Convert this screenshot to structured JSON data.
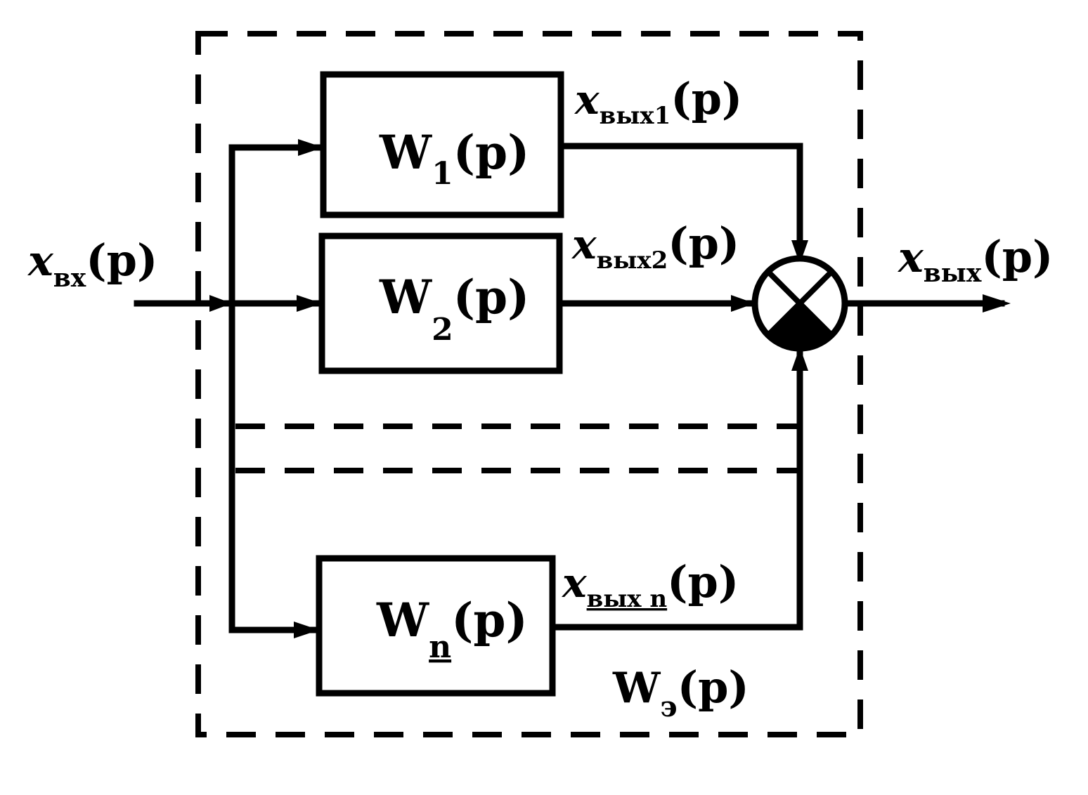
{
  "diagram": {
    "input_label": {
      "main": "x",
      "sub": "вх",
      "arg": "(p)"
    },
    "output_label": {
      "main": "x",
      "sub": "вых",
      "arg": "(p)"
    },
    "blocks": [
      {
        "main": "W",
        "sub": "1",
        "arg": "(p)"
      },
      {
        "main": "W",
        "sub": "2",
        "arg": "(p)"
      },
      {
        "main": "W",
        "sub": "n",
        "arg": "(p)"
      }
    ],
    "branch_outputs": [
      {
        "main": "x",
        "sub": "вых1",
        "arg": "(p)"
      },
      {
        "main": "x",
        "sub": "вых2",
        "arg": "(p)"
      },
      {
        "main": "x",
        "sub": "вых n",
        "arg": "(p)"
      }
    ],
    "equivalent_label": {
      "main": "W",
      "sub": "э",
      "arg": "(p)"
    }
  }
}
